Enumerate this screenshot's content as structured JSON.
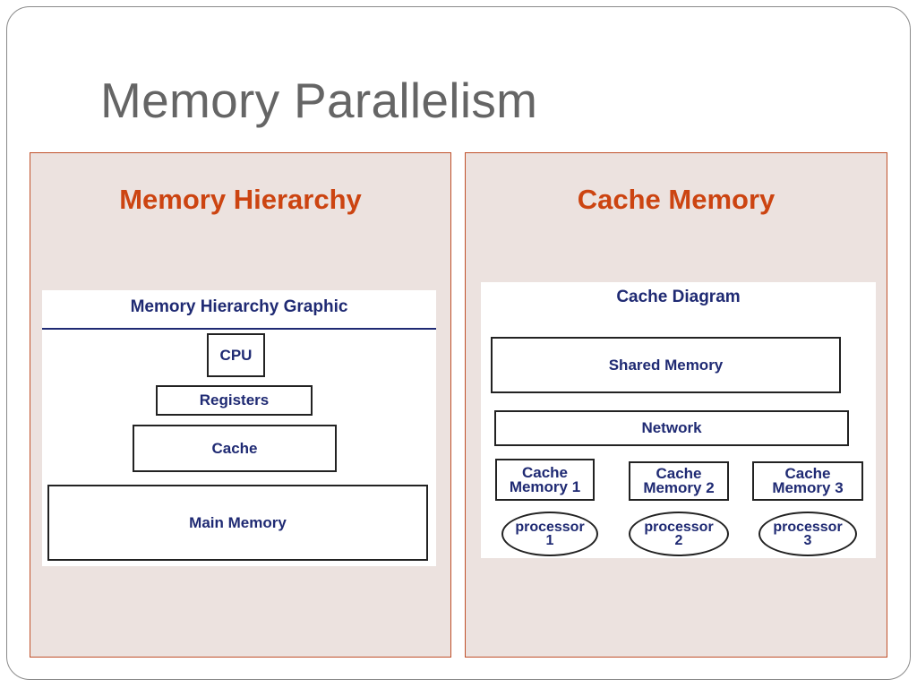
{
  "slide": {
    "title": "Memory Parallelism"
  },
  "left_panel": {
    "heading": "Memory Hierarchy",
    "diagram": {
      "title": "Memory Hierarchy Graphic",
      "levels": [
        "CPU",
        "Registers",
        "Cache",
        "Main Memory"
      ]
    }
  },
  "right_panel": {
    "heading": "Cache Memory",
    "diagram": {
      "title": "Cache Diagram",
      "shared_memory": "Shared Memory",
      "network": "Network",
      "caches": [
        "Cache\nMemory 1",
        "Cache\nMemory 2",
        "Cache\nMemory 3"
      ],
      "processors": [
        "processor\n1",
        "processor\n2",
        "processor\n3"
      ]
    }
  },
  "colors": {
    "title_gray": "#656565",
    "heading_orange": "#cc4411",
    "panel_fill": "#ece2df",
    "panel_border": "#c0502a",
    "diagram_navy": "#1f2a73"
  }
}
